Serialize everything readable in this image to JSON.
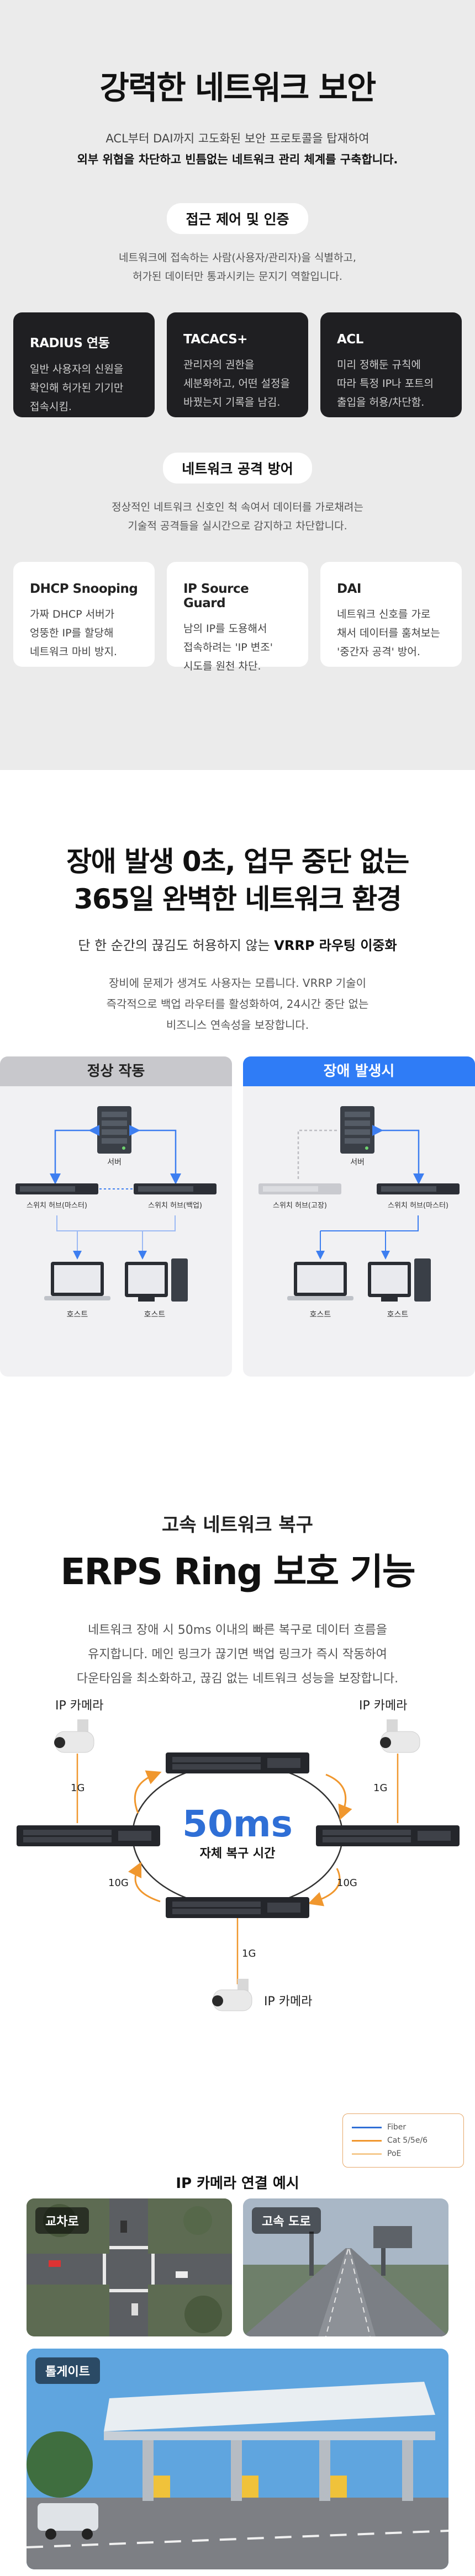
{
  "access": {
    "title": "강력한 네트워크 보안",
    "lead_line1": "ACL부터 DAI까지 고도화된 보안 프로토콜을 탑재하여",
    "lead_line2": "외부 위협을 차단하고 빈틈없는 네트워크 관리 체계를 구축합니다.",
    "group1": {
      "pill": "접근 제어 및 인증",
      "desc_line1": "네트워크에 접속하는 사람(사용자/관리자)을 식별하고,",
      "desc_line2": "허가된 데이터만 통과시키는 문지기 역할입니다.",
      "cards": [
        {
          "title": "RADIUS 연동",
          "l1": "일반 사용자의 신원을",
          "l2": "확인해 허가된 기기만",
          "l3": "접속시킴."
        },
        {
          "title": "TACACS+",
          "l1": "관리자의 권한을",
          "l2": "세분화하고, 어떤 설정을",
          "l3": "바꿨는지 기록을 남김."
        },
        {
          "title": "ACL",
          "l1": "미리 정해둔 규칙에",
          "l2": "따라 특정 IP나 포트의",
          "l3": "출입을 허용/차단함."
        }
      ]
    },
    "group2": {
      "pill": "네트워크 공격 방어",
      "desc_line1": "정상적인 네트워크 신호인 척 속여서 데이터를 가로채려는",
      "desc_line2": "기술적 공격들을 실시간으로 감지하고 차단합니다.",
      "cards": [
        {
          "title": "DHCP Snooping",
          "l1": "가짜 DHCP 서버가",
          "l2": "엉뚱한 IP를 할당해",
          "l3": "네트워크 마비 방지."
        },
        {
          "title": "IP Source Guard",
          "l1": "남의 IP를 도용해서",
          "l2": "접속하려는 'IP 변조'",
          "l3": "시도를 원천 차단."
        },
        {
          "title": "DAI",
          "l1": "네트워크 신호를 가로",
          "l2": "채서 데이터를 훔쳐보는",
          "l3": "'중간자 공격' 방어."
        }
      ]
    }
  },
  "vrrp": {
    "title_line1": "장애 발생 0초, 업무 중단 없는",
    "title_line2": "365일 완벽한 네트워크 환경",
    "tag_prefix": "단 한 순간의 끊김도 허용하지 않는",
    "tag_bold": "VRRP 라우팅 이중화",
    "desc_line1": "장비에 문제가 생겨도 사용자는 모릅니다. VRRP 기술이",
    "desc_line2": "즉각적으로 백업 라우터를 활성화하여, 24시간 중단 없는",
    "desc_line3": "비즈니스 연속성을 보장합니다.",
    "normal": {
      "head": "정상 작동",
      "server": "서버",
      "switch_left": "스위치 허브(마스터)",
      "switch_right": "스위치 허브(백업)",
      "host_left": "호스트",
      "host_right": "호스트"
    },
    "failure": {
      "head": "장애 발생시",
      "server": "서버",
      "switch_left": "스위치 허브(고장)",
      "switch_right": "스위치 허브(마스터)",
      "host_left": "호스트",
      "host_right": "호스트"
    }
  },
  "erps": {
    "eyebrow": "고속 네트워크 복구",
    "title": "ERPS Ring 보호 기능",
    "desc_line1": "네트워크 장애 시 50ms 이내의 빠른 복구로 데이터 흐름을",
    "desc_line2": "유지합니다. 메인 링크가 끊기면 백업 링크가 즉시 작동하여",
    "desc_line3": "다운타임을 최소화하고, 끊김 없는 네트워크 성능을 보장합니다.",
    "ring": {
      "center_big": "50ms",
      "center_small": "자체 복구 시간",
      "camera_left": "IP 카메라",
      "camera_right": "IP 카메라",
      "camera_bottom": "IP 카메라",
      "link_left": "1G",
      "link_right": "1G",
      "link_bottom": "1G",
      "ring_left": "10G",
      "ring_right": "10G"
    },
    "legend": [
      {
        "label": "Fiber",
        "color": "#2f6fd6"
      },
      {
        "label": "Cat 5/5e/6",
        "color": "#f0972e"
      },
      {
        "label": "PoE",
        "color": "#f5c98e"
      }
    ],
    "photos_title": "IP 카메라 연결 예시",
    "photos": {
      "crossroad": "교차로",
      "highway": "고속 도로",
      "tollgate": "톨게이트"
    }
  }
}
